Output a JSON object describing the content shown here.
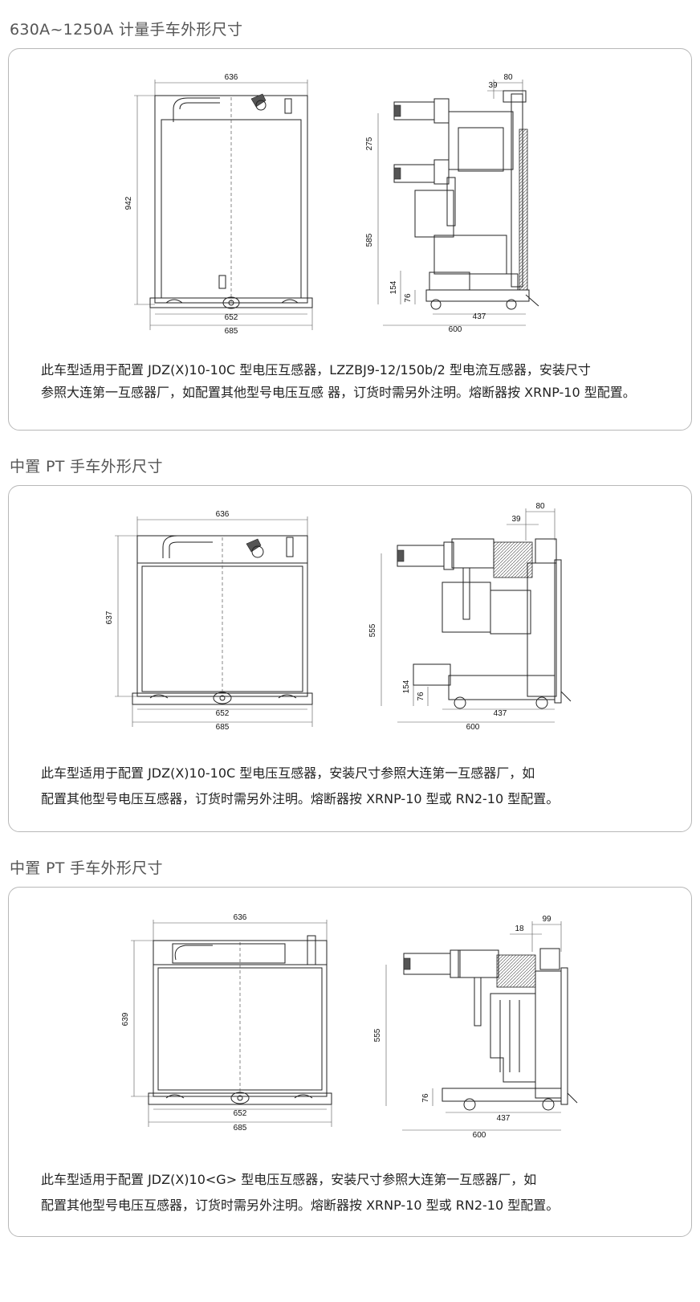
{
  "sections": [
    {
      "title": "630A~1250A 计量手车外形尺寸",
      "desc_line1": "此车型适用于配置 JDZ(X)10-10C 型电压互感器，LZZBJ9-12/150b/2 型电流互感器，安装尺寸",
      "desc_line2": "参照大连第一互感器厂，如配置其他型号电压互感 器，订货时需另外注明。熔断器按 XRNP-10 型配置。",
      "front": {
        "top": "636",
        "height": "942",
        "inner": "652",
        "outer": "685"
      },
      "side": {
        "top_a": "39",
        "top_b": "80",
        "h1": "275",
        "h2": "585",
        "h3": "154",
        "h4": "76",
        "inner": "437",
        "outer": "600"
      }
    },
    {
      "title": "中置 PT 手车外形尺寸",
      "desc_line1": "此车型适用于配置 JDZ(X)10-10C 型电压互感器，安装尺寸参照大连第一互感器厂，如",
      "desc_line2": "配置其他型号电压互感器，订货时需另外注明。熔断器按 XRNP-10 型或 RN2-10 型配置。",
      "front": {
        "top": "636",
        "height": "637",
        "inner": "652",
        "outer": "685"
      },
      "side": {
        "top_a": "39",
        "top_b": "80",
        "h2": "555",
        "h3": "154",
        "h4": "76",
        "inner": "437",
        "outer": "600"
      }
    },
    {
      "title": "中置 PT 手车外形尺寸",
      "desc_line1": "此车型适用于配置 JDZ(X)10<G> 型电压互感器，安装尺寸参照大连第一互感器厂，如",
      "desc_line2": "配置其他型号电压互感器，订货时需另外注明。熔断器按 XRNP-10 型或 RN2-10 型配置。",
      "front": {
        "top": "636",
        "height": "639",
        "inner": "652",
        "outer": "685"
      },
      "side": {
        "top_a": "18",
        "top_b": "99",
        "h2": "555",
        "h4": "76",
        "inner": "437",
        "outer": "600"
      }
    }
  ]
}
